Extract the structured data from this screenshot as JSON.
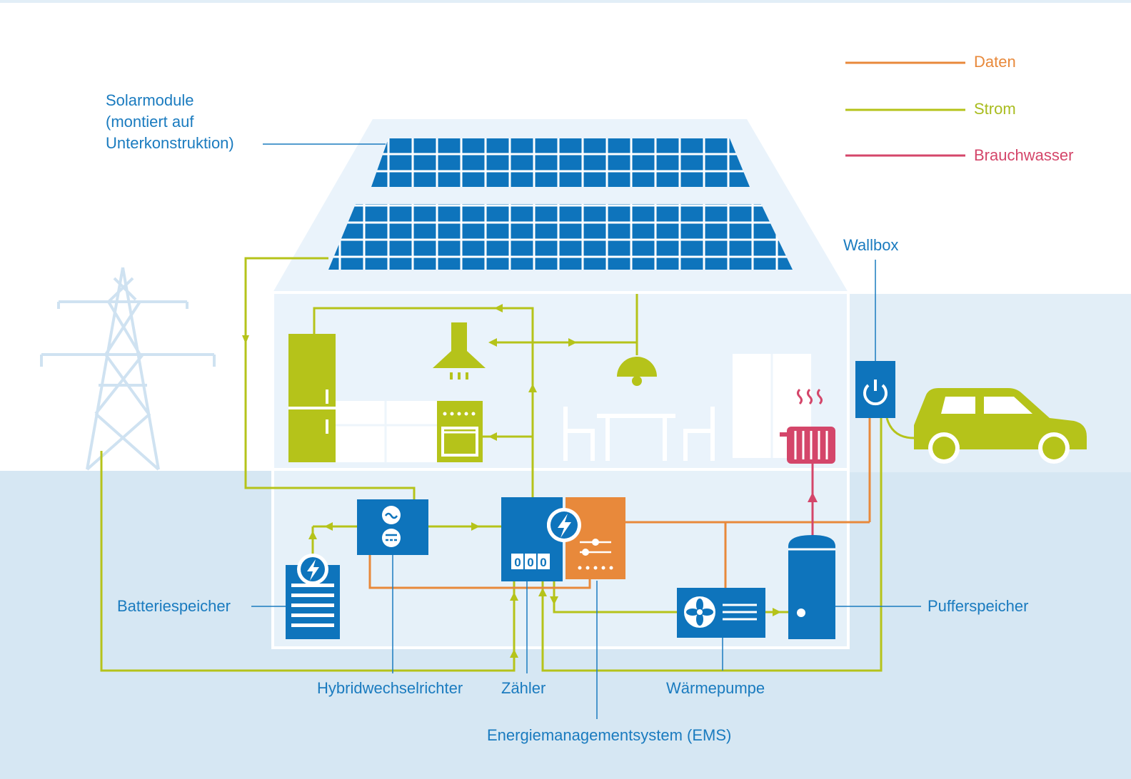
{
  "colors": {
    "data": "#e8893b",
    "power": "#b5c31a",
    "water": "#d4466a",
    "blue": "#0e74bc",
    "label_blue": "#1a7bbf",
    "ground": "#d6e7f3",
    "house": "#e9f3fa",
    "ghost": "#ffffff"
  },
  "legend": {
    "data": "Daten",
    "power": "Strom",
    "water": "Brauchwasser"
  },
  "labels": {
    "solar_line1": "Solarmodule",
    "solar_line2": "(montiert auf",
    "solar_line3": "Unterkonstruktion)",
    "wallbox": "Wallbox",
    "battery": "Batteriespeicher",
    "buffer": "Pufferspeicher",
    "inverter": "Hybridwechselrichter",
    "meter": "Zähler",
    "heatpump": "Wärmepumpe",
    "ems": "Energiemanagementsystem (EMS)"
  },
  "meter_digits": [
    "0",
    "0",
    "0"
  ],
  "icons": {
    "pylon": "power-pylon-icon",
    "solar": "solar-panel-icon",
    "fridge": "fridge-icon",
    "hood": "cooker-hood-icon",
    "stove": "stove-icon",
    "lamp": "ceiling-lamp-icon",
    "heater": "radiator-icon",
    "wallbox": "power-button-icon",
    "car": "car-icon",
    "battery": "battery-icon",
    "inverter": "inverter-icon",
    "meter": "lightning-icon",
    "ems": "sliders-icon",
    "heatpump": "fan-icon",
    "buffer": "water-tank-icon"
  }
}
